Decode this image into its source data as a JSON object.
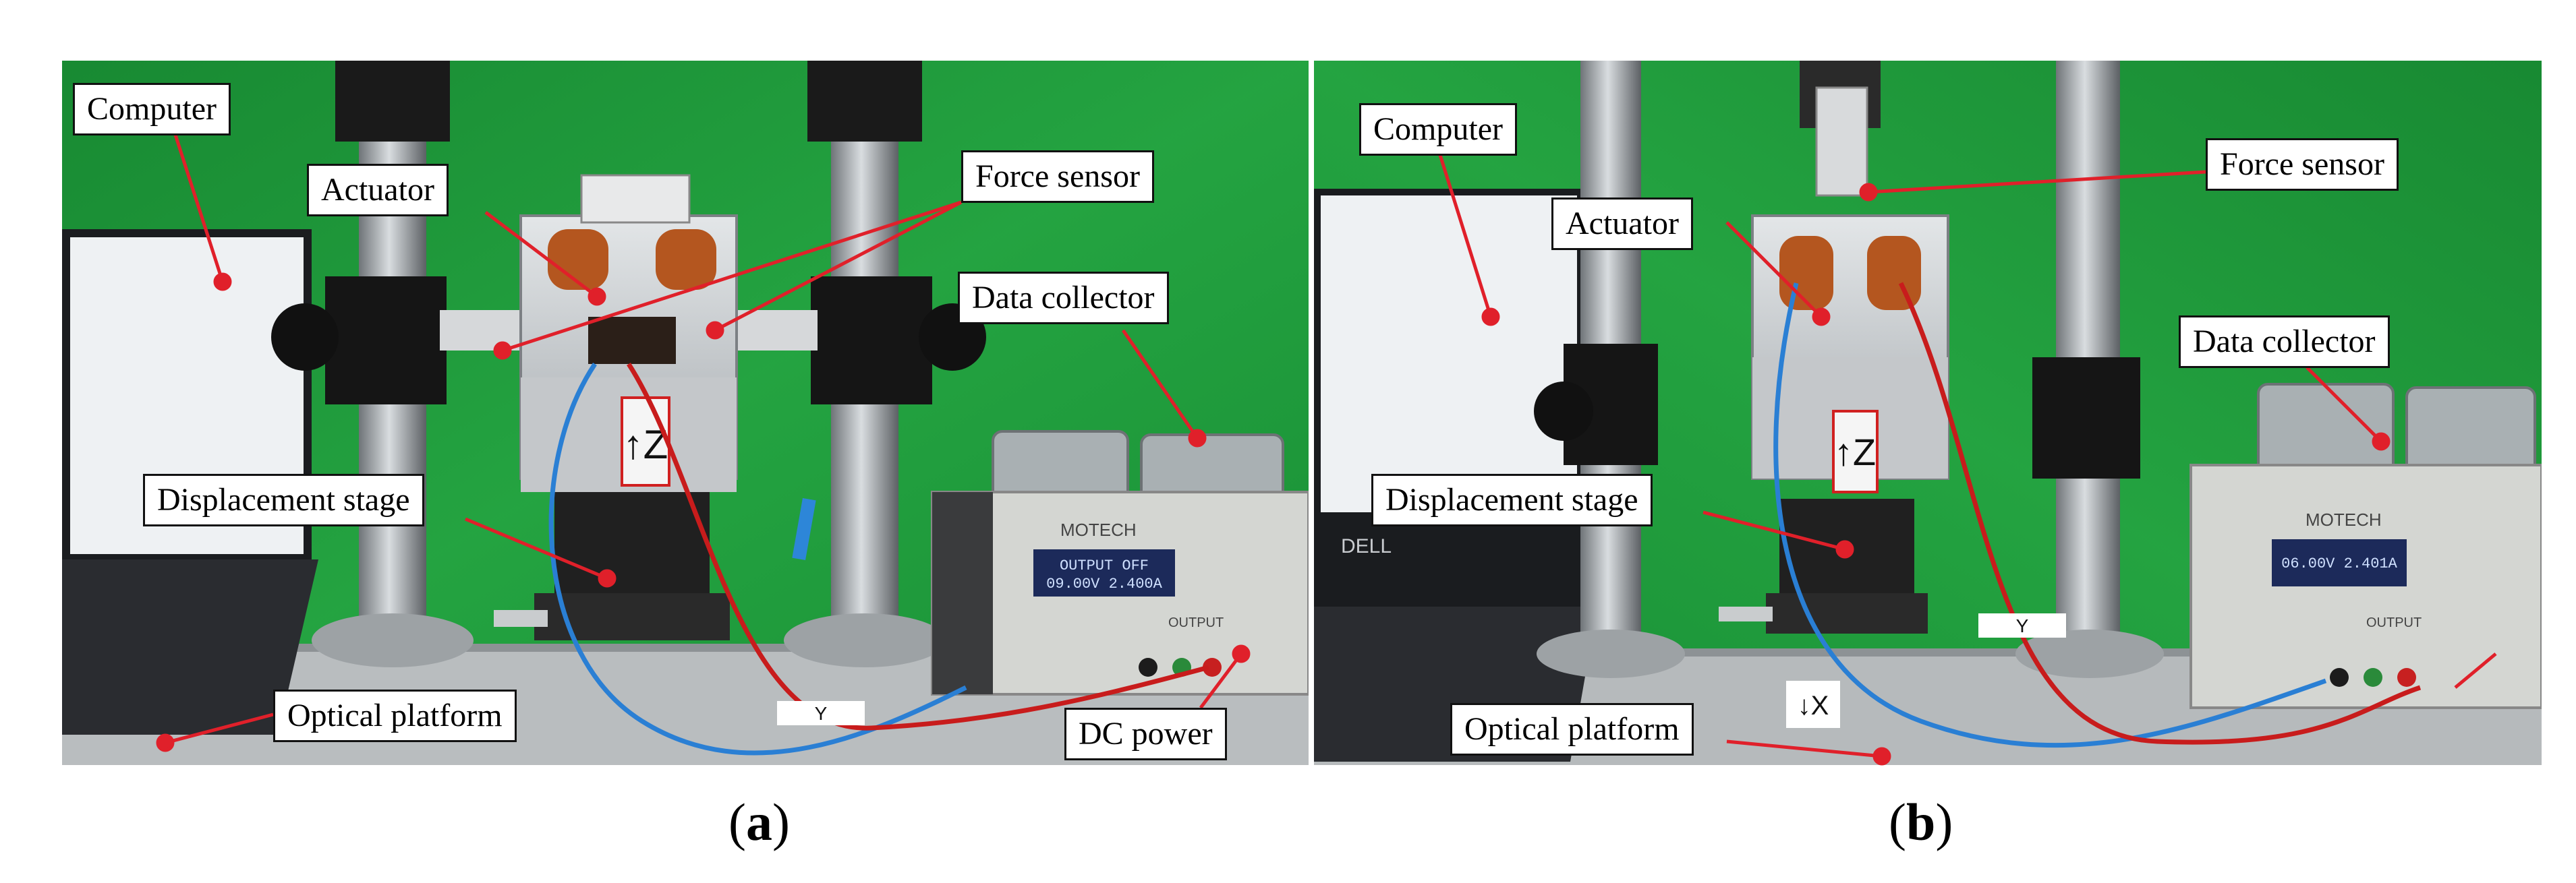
{
  "panels": [
    {
      "caption_open": "(",
      "caption_letter": "a",
      "caption_close": ")",
      "labels": {
        "computer": "Computer",
        "actuator": "Actuator",
        "force_sensor": "Force sensor",
        "data_collector": "Data collector",
        "displacement_stage": "Displacement stage",
        "optical_platform": "Optical platform",
        "dc_power": "DC power"
      },
      "photo_text": {
        "axis_z": "↑Z",
        "axis_y": "Y",
        "psu_brand": "MOTECH",
        "psu_display": "OUTPUT OFF",
        "psu_reading": "09.00V  2.400A",
        "psu_output": "OUTPUT"
      }
    },
    {
      "caption_open": "(",
      "caption_letter": "b",
      "caption_close": ")",
      "labels": {
        "computer": "Computer",
        "actuator": "Actuator",
        "force_sensor": "Force sensor",
        "data_collector": "Data collector",
        "displacement_stage": "Displacement stage",
        "optical_platform": "Optical platform"
      },
      "photo_text": {
        "axis_z": "↑Z",
        "axis_x": "↓X",
        "axis_y": "Y",
        "laptop_brand": "DELL",
        "psu_brand": "MOTECH",
        "psu_reading": "06.00V 2.401A",
        "psu_output": "OUTPUT"
      }
    }
  ],
  "colors": {
    "background_green": "#1f9a3a",
    "leader_line": "#e0202a",
    "label_border": "#111111"
  }
}
